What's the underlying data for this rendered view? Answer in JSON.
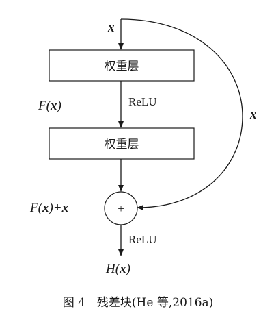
{
  "input_label": "x",
  "skip_label": "x",
  "layer1_label": "权重层",
  "layer2_label": "权重层",
  "relu1_label": "ReLU",
  "relu2_label": "ReLU",
  "f_label": {
    "prefix": "F(",
    "var": "x",
    "suffix": ")"
  },
  "sum_label": {
    "prefix": "F(",
    "var1": "x",
    "mid": ")+",
    "var2": "x"
  },
  "plus_symbol": "+",
  "output_label": {
    "prefix": "H(",
    "var": "x",
    "suffix": ")"
  },
  "caption": "图 4　残差块(He 等,2016a)"
}
